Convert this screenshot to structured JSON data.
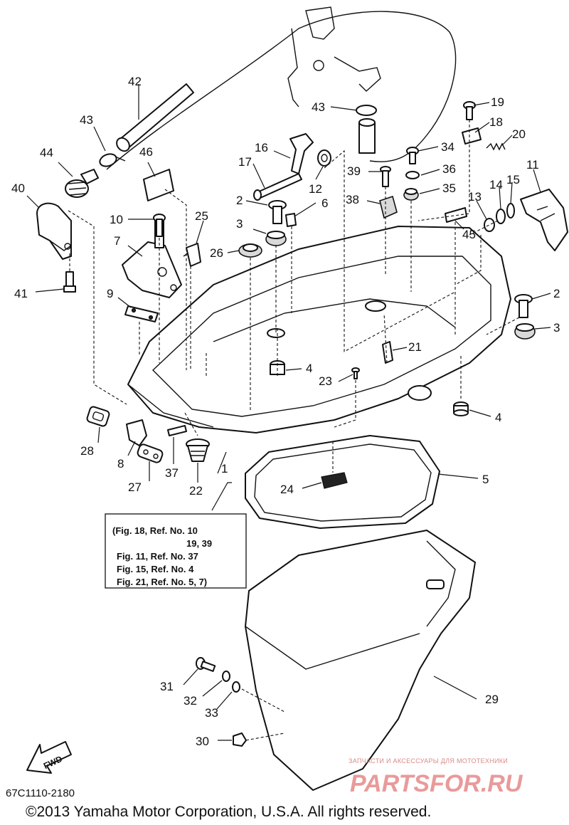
{
  "callouts": [
    {
      "id": "1",
      "text": "1"
    },
    {
      "id": "2a",
      "text": "2"
    },
    {
      "id": "2b",
      "text": "2"
    },
    {
      "id": "3a",
      "text": "3"
    },
    {
      "id": "3b",
      "text": "3"
    },
    {
      "id": "4a",
      "text": "4"
    },
    {
      "id": "4b",
      "text": "4"
    },
    {
      "id": "5",
      "text": "5"
    },
    {
      "id": "6",
      "text": "6"
    },
    {
      "id": "7",
      "text": "7"
    },
    {
      "id": "8",
      "text": "8"
    },
    {
      "id": "9",
      "text": "9"
    },
    {
      "id": "10",
      "text": "10"
    },
    {
      "id": "11",
      "text": "11"
    },
    {
      "id": "12",
      "text": "12"
    },
    {
      "id": "13",
      "text": "13"
    },
    {
      "id": "14",
      "text": "14"
    },
    {
      "id": "15",
      "text": "15"
    },
    {
      "id": "16",
      "text": "16"
    },
    {
      "id": "17",
      "text": "17"
    },
    {
      "id": "18",
      "text": "18"
    },
    {
      "id": "19",
      "text": "19"
    },
    {
      "id": "20",
      "text": "20"
    },
    {
      "id": "21",
      "text": "21"
    },
    {
      "id": "22",
      "text": "22"
    },
    {
      "id": "23",
      "text": "23"
    },
    {
      "id": "24",
      "text": "24"
    },
    {
      "id": "25",
      "text": "25"
    },
    {
      "id": "26",
      "text": "26"
    },
    {
      "id": "27",
      "text": "27"
    },
    {
      "id": "28",
      "text": "28"
    },
    {
      "id": "29",
      "text": "29"
    },
    {
      "id": "30",
      "text": "30"
    },
    {
      "id": "31",
      "text": "31"
    },
    {
      "id": "32",
      "text": "32"
    },
    {
      "id": "33",
      "text": "33"
    },
    {
      "id": "34",
      "text": "34"
    },
    {
      "id": "35",
      "text": "35"
    },
    {
      "id": "36",
      "text": "36"
    },
    {
      "id": "37",
      "text": "37"
    },
    {
      "id": "38",
      "text": "38"
    },
    {
      "id": "39",
      "text": "39"
    },
    {
      "id": "40",
      "text": "40"
    },
    {
      "id": "41",
      "text": "41"
    },
    {
      "id": "42",
      "text": "42"
    },
    {
      "id": "43a",
      "text": "43"
    },
    {
      "id": "43b",
      "text": "43"
    },
    {
      "id": "44",
      "text": "44"
    },
    {
      "id": "45",
      "text": "45"
    },
    {
      "id": "46",
      "text": "46"
    }
  ],
  "reference_note": {
    "lines": [
      "(Fig. 18, Ref. No. 10",
      "19, 39",
      "Fig. 11, Ref. No. 37",
      "Fig. 15, Ref. No. 4",
      "Fig. 21, Ref. No. 5, 7)"
    ]
  },
  "fwd_label": "FWD",
  "diagram_code": "67C1110-2180",
  "copyright": "©2013 Yamaha Motor Corporation, U.S.A. All rights reserved.",
  "watermark": {
    "tagline": "ЗАПЧАСТИ И АКСЕССУАРЫ ДЛЯ МОТОТЕХНИКИ",
    "brand": "PARTSFOR.RU"
  }
}
